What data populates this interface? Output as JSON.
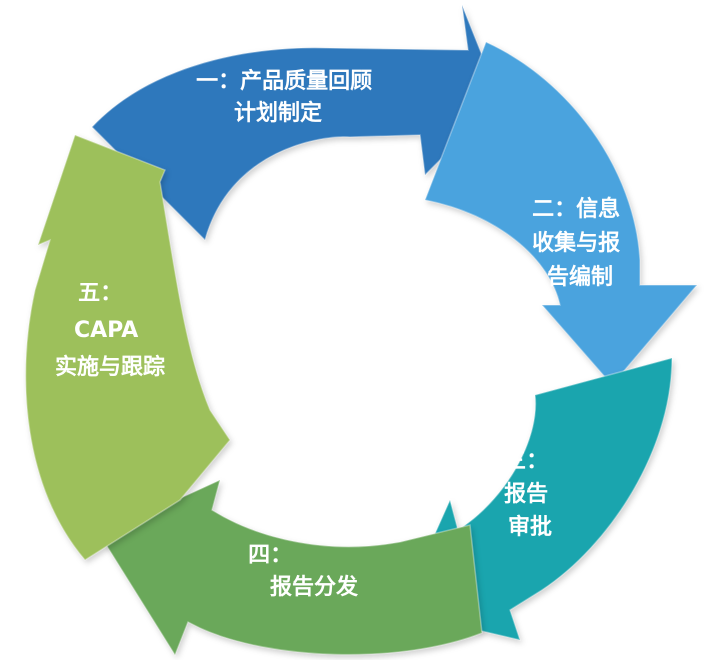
{
  "diagram": {
    "type": "cycle",
    "segments": [
      {
        "id": "step-1",
        "lines": [
          "一：产品质量回顾",
          "计划制定"
        ],
        "color": "#2E78BC"
      },
      {
        "id": "step-2",
        "lines": [
          "二：信息",
          "收集与报",
          "告编制"
        ],
        "color": "#4AA3DE"
      },
      {
        "id": "step-3",
        "lines": [
          "三：",
          "报告",
          "审批"
        ],
        "color": "#1AA5AE"
      },
      {
        "id": "step-4",
        "lines": [
          "四：",
          "报告分发"
        ],
        "color": "#6AA85A"
      },
      {
        "id": "step-5",
        "lines": [
          "五：",
          "CAPA",
          "实施与跟踪"
        ],
        "color": "#9DC05B"
      }
    ]
  }
}
